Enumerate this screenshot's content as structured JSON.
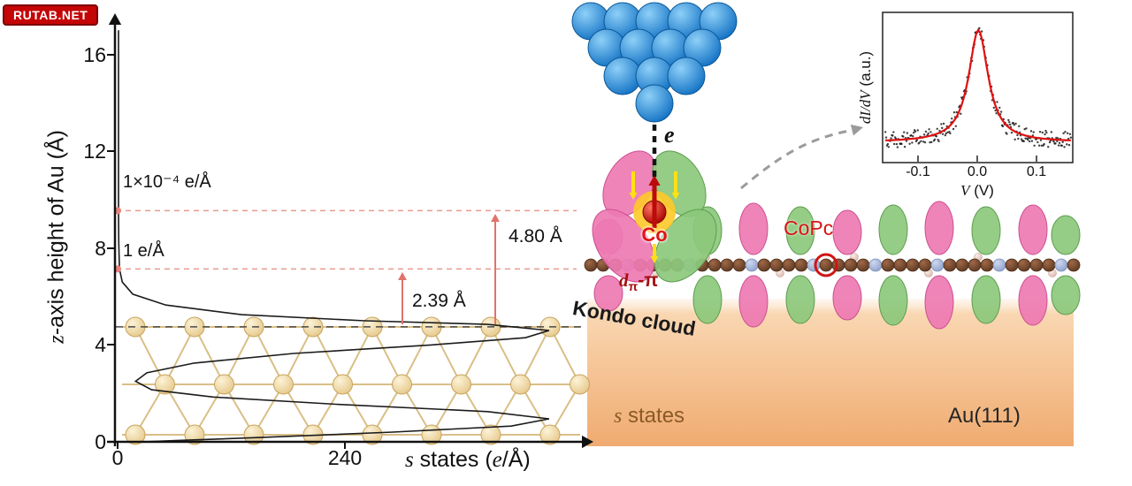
{
  "watermark": {
    "text": "RUTAB.NET"
  },
  "colors": {
    "substrate_top": "#fbe3c9",
    "substrate_bottom": "#f0ab70",
    "gold_fill": "#f3e3b4",
    "gold_edge": "#c8a45c",
    "tip_blue": "#2488d8",
    "cobalt_red": "#d81414",
    "lobe_green": "#8cc87c",
    "lobe_pink": "#ee7ab2",
    "fit_red": "#e01010",
    "dashed_salmon": "#e89a90",
    "arrow_salmon": "#e0746a",
    "yellow_arrow": "#ffe112"
  },
  "left_chart": {
    "labels": {
      "ylabel_z": "z",
      "ylabel_rest": "-axis height of Au (Å)",
      "xlabel_s": "s",
      "xlabel_mid": " states (",
      "xlabel_e": "e",
      "xlabel_end": "/Å)"
    }
  },
  "scene": {
    "electron": "e",
    "co": "Co",
    "copc": "CoPc",
    "d_orbital_d": "d",
    "d_orbital_sub": "π",
    "d_orbital_rest": "-π",
    "kondo": "Kondo cloud",
    "s_states_s": "s",
    "s_states_rest": " states",
    "substrate": "Au(111)"
  },
  "inset": {
    "ylabel_didv": "dI/dV",
    "ylabel_au": " (a.u.)",
    "xlabel_v": "V",
    "xlabel_unit": " (V)",
    "x_ticks": [
      "-0.1",
      "0.0",
      "0.1"
    ]
  },
  "chart_data": [
    {
      "type": "line",
      "description": "s-state electron density versus z-axis height through the Au(111) slab, oscillating inside the metal and decaying exponentially above the surface",
      "xlabel": "s states (e/Å)",
      "ylabel": "z-axis height of Au (Å)",
      "xlim": [
        0,
        500
      ],
      "ylim": [
        0,
        17.5
      ],
      "x_ticks": [
        0,
        240
      ],
      "y_ticks": [
        0,
        4,
        8,
        12,
        16
      ],
      "surface_z": 4.75,
      "au_layer_z": [
        4.75,
        2.37,
        0.3
      ],
      "marked_heights": [
        {
          "z": 9.55,
          "density": "1×10⁻⁴ e/Å",
          "offset_label": "4.80 Å"
        },
        {
          "z": 7.14,
          "density": "1 e/Å",
          "offset_label": "2.39 Å"
        }
      ],
      "points": [
        [
          0,
          17
        ],
        [
          0.0001,
          9.55
        ],
        [
          0.3,
          8.2
        ],
        [
          1,
          7.14
        ],
        [
          4,
          6.6
        ],
        [
          15,
          6.1
        ],
        [
          50,
          5.65
        ],
        [
          130,
          5.25
        ],
        [
          260,
          5.0
        ],
        [
          390,
          4.85
        ],
        [
          455,
          4.6
        ],
        [
          430,
          4.3
        ],
        [
          330,
          4.0
        ],
        [
          185,
          3.65
        ],
        [
          80,
          3.25
        ],
        [
          30,
          2.85
        ],
        [
          18,
          2.5
        ],
        [
          35,
          2.15
        ],
        [
          100,
          1.85
        ],
        [
          230,
          1.55
        ],
        [
          390,
          1.25
        ],
        [
          455,
          0.95
        ],
        [
          415,
          0.65
        ],
        [
          290,
          0.4
        ],
        [
          150,
          0.18
        ],
        [
          60,
          0.05
        ],
        [
          25,
          0
        ]
      ]
    },
    {
      "type": "scatter+line",
      "description": "Kondo resonance dI/dV spectrum: noisy experimental points (black) with smooth fit (red), peak centered near zero bias",
      "xlabel": "V (V)",
      "ylabel": "dI/dV (a.u.)",
      "xlim": [
        -0.16,
        0.16
      ],
      "x_ticks": [
        -0.1,
        0.0,
        0.1
      ],
      "peak": {
        "center": 0.002,
        "hwhm": 0.02,
        "amplitude": 0.92,
        "baseline": 0.08
      },
      "noise_amplitude": 0.07,
      "n_experimental_points": 230,
      "series": [
        {
          "name": "experimental dI/dV",
          "style": "black dots"
        },
        {
          "name": "fit",
          "style": "red line"
        }
      ]
    }
  ]
}
